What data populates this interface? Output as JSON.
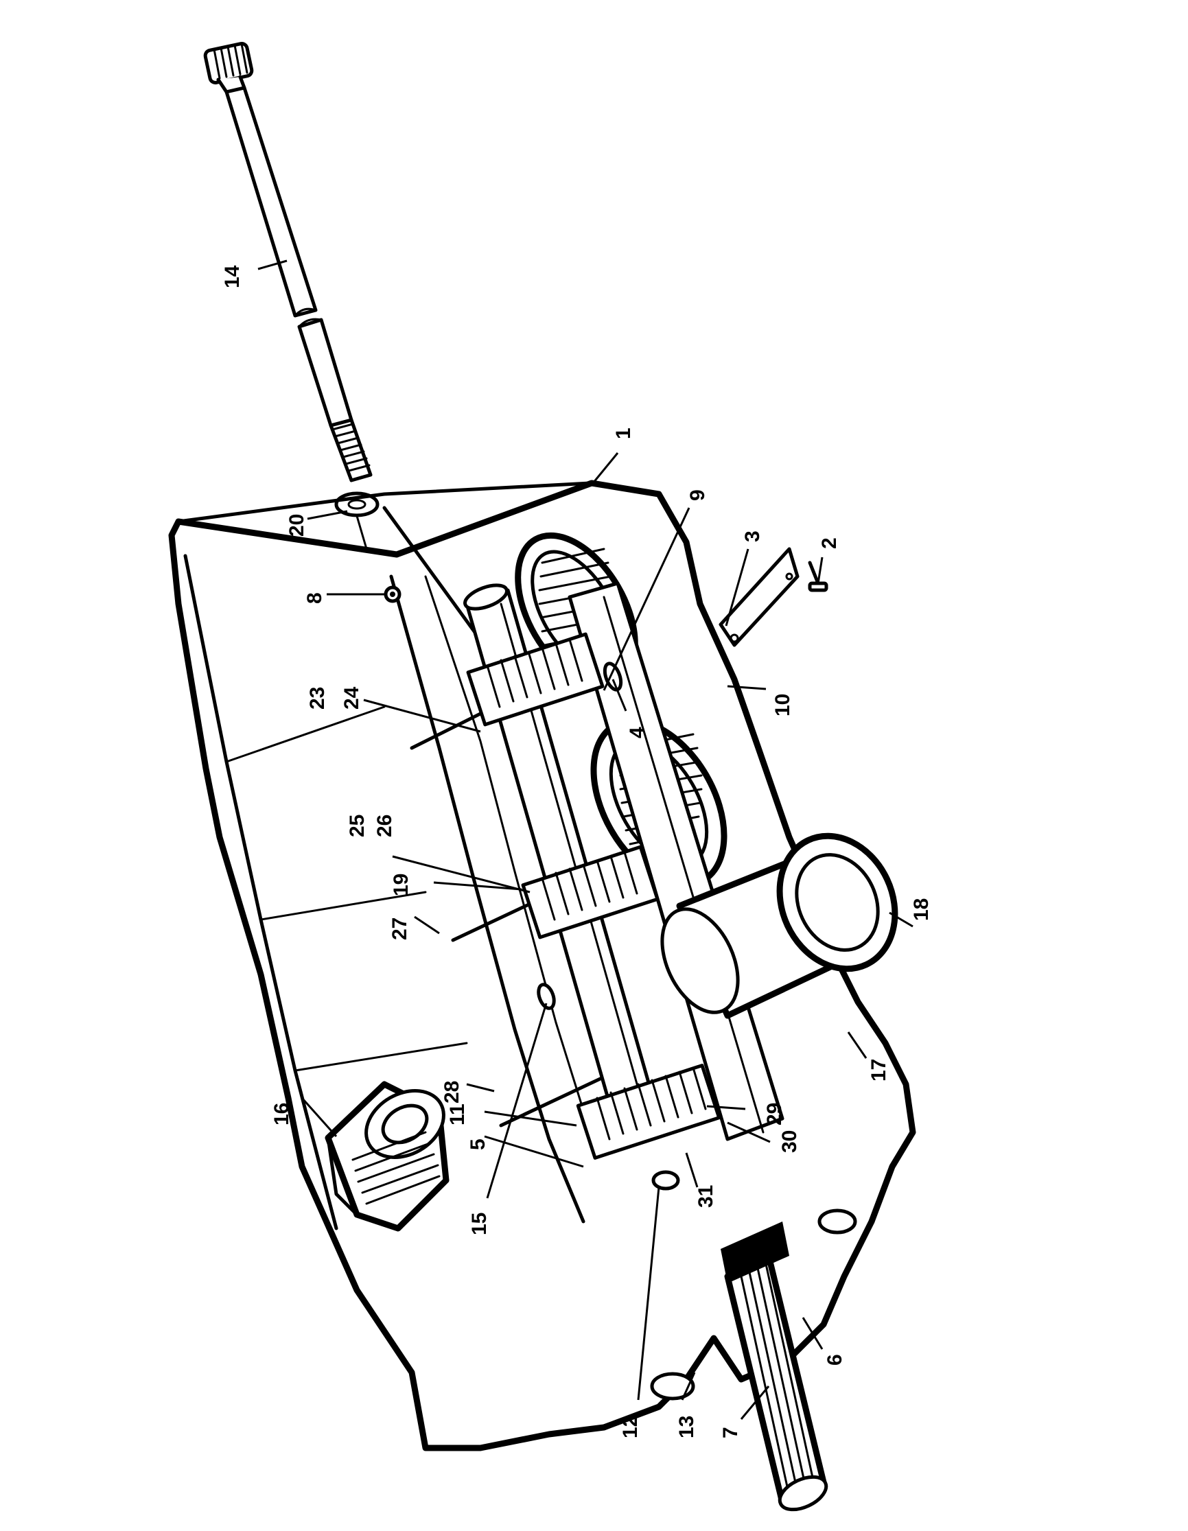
{
  "diagram": {
    "title": "",
    "colors": {
      "ink": "#000000",
      "paper": "#ffffff"
    },
    "callouts": [
      "1",
      "2",
      "3",
      "4",
      "5",
      "6",
      "7",
      "8",
      "9",
      "10",
      "11",
      "12",
      "13",
      "14",
      "15",
      "16",
      "17",
      "18",
      "19",
      "20",
      "23",
      "24",
      "25",
      "26",
      "27",
      "28",
      "29",
      "30",
      "31"
    ]
  }
}
